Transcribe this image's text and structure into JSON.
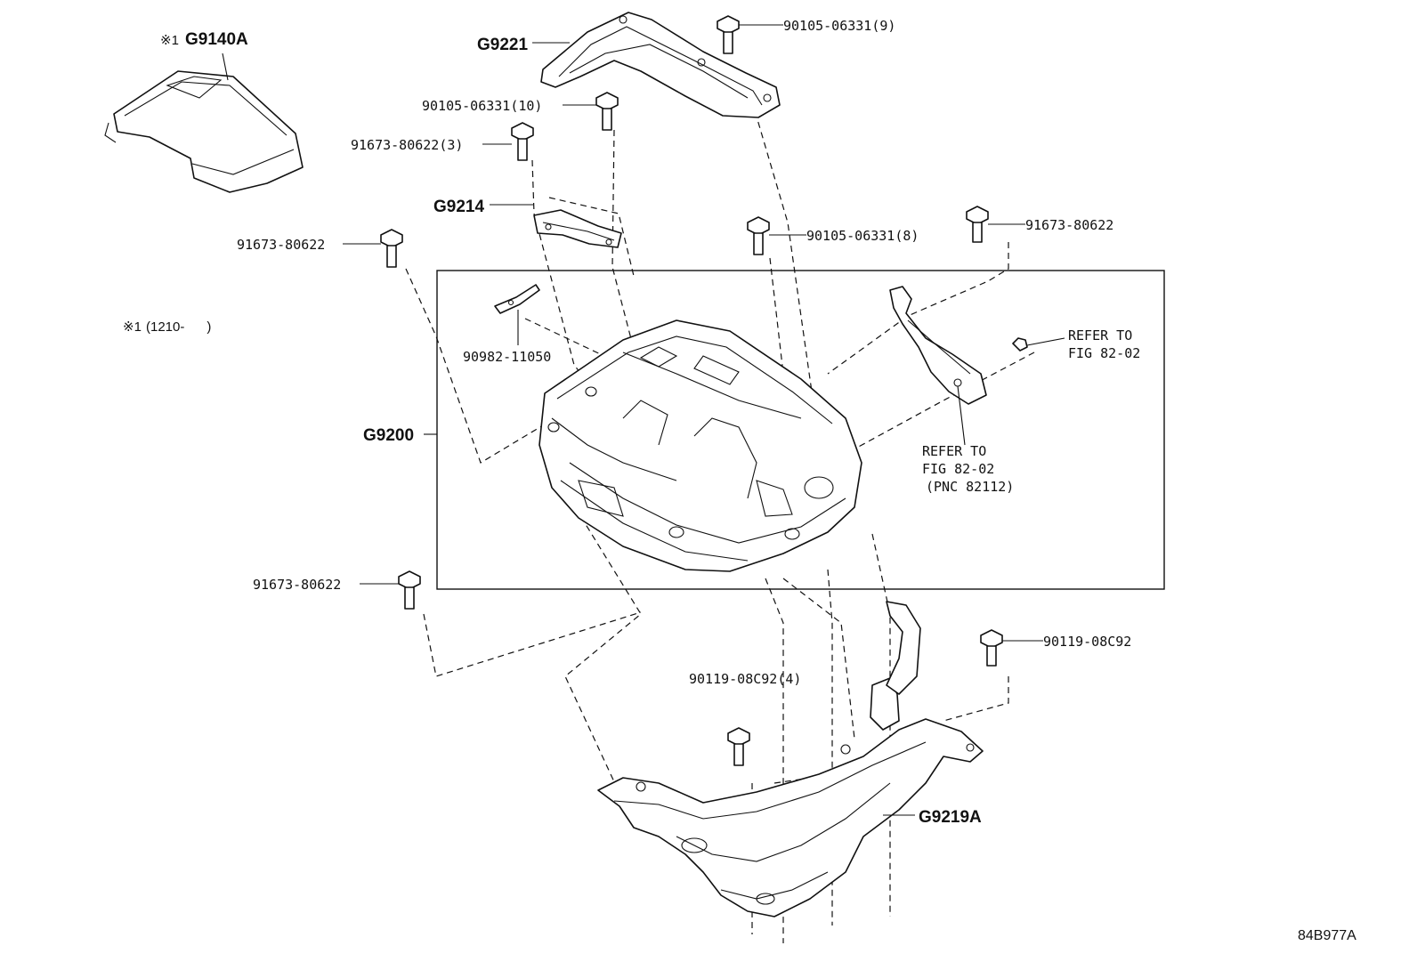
{
  "note_mark": "※1",
  "note_text": "(1210-      )",
  "figure_id": "84B977A",
  "groups": {
    "g9140a": "G9140A",
    "g9221": "G9221",
    "g9214": "G9214",
    "g9200": "G9200",
    "g9219a": "G9219A"
  },
  "callouts": {
    "bolt_9": "90105-06331(9)",
    "bolt_10": "90105-06331(10)",
    "bolt_8": "90105-06331(8)",
    "screw_3": "91673-80622(3)",
    "screw_left": "91673-80622",
    "screw_right": "91673-80622",
    "screw_lower": "91673-80622",
    "clip": "90982-11050",
    "bolt_lower_4": "90119-08C92(4)",
    "bolt_lower_right": "90119-08C92"
  },
  "references": {
    "ref1_line1": "REFER TO",
    "ref1_line2": "FIG 82-02",
    "ref2_line1": "REFER TO",
    "ref2_line2": "FIG 82-02",
    "ref2_line3": "(PNC 82112)"
  }
}
